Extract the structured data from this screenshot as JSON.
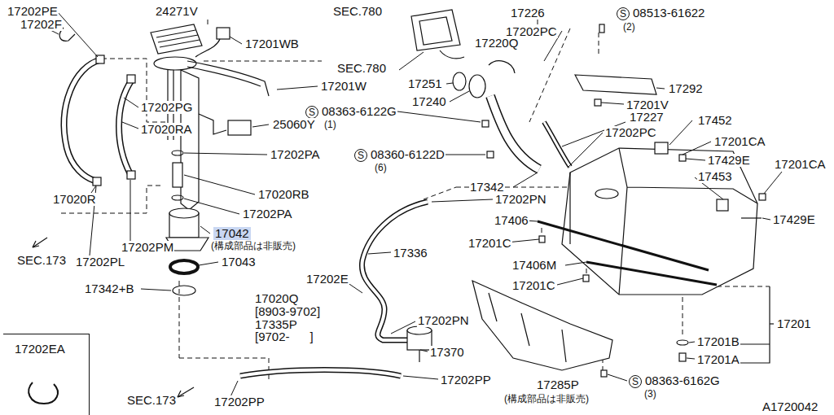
{
  "diagram": {
    "nodes": [
      {
        "text": [
          "17202EA"
        ]
      }
    ],
    "labels": [
      "17202PE",
      "24271V",
      "17202F",
      "SEC.780",
      "17226",
      "S",
      "08513-61622",
      "(2)",
      "17201WB",
      "17202PC",
      "17220Q",
      "SEC.780",
      "17251",
      "17201W",
      "17292",
      "17240",
      "17202PG",
      "17201V",
      "S",
      "08363-6122G",
      "(1)",
      "17227",
      "17452",
      "17020RA",
      "25060Y",
      "17202PC",
      "17201CA",
      "17202PA",
      "S",
      "08360-6122D",
      "(6)",
      "17429E",
      "17201CA",
      "17453",
      "17342",
      "17020RB",
      "17202PN",
      "17020R",
      "17202PA",
      "17406",
      "17429E",
      "17042",
      "(構成部品は非販売)",
      "17201C",
      "17202PM",
      "SEC.173",
      "17202PL",
      "17336",
      "17043",
      "17406M",
      "17201C",
      "17342+B",
      "17202E",
      "17020Q",
      "[8903-9702]",
      "17335P",
      "[9702-      ]",
      "17201",
      "17202PN",
      "17201B",
      "17370",
      "17201A",
      "17202PP",
      "S",
      "08363-6162G",
      "(3)",
      "17285P",
      "(構成部品は非販売)",
      "SEC.173",
      "17202PP",
      "A1720042"
    ]
  }
}
